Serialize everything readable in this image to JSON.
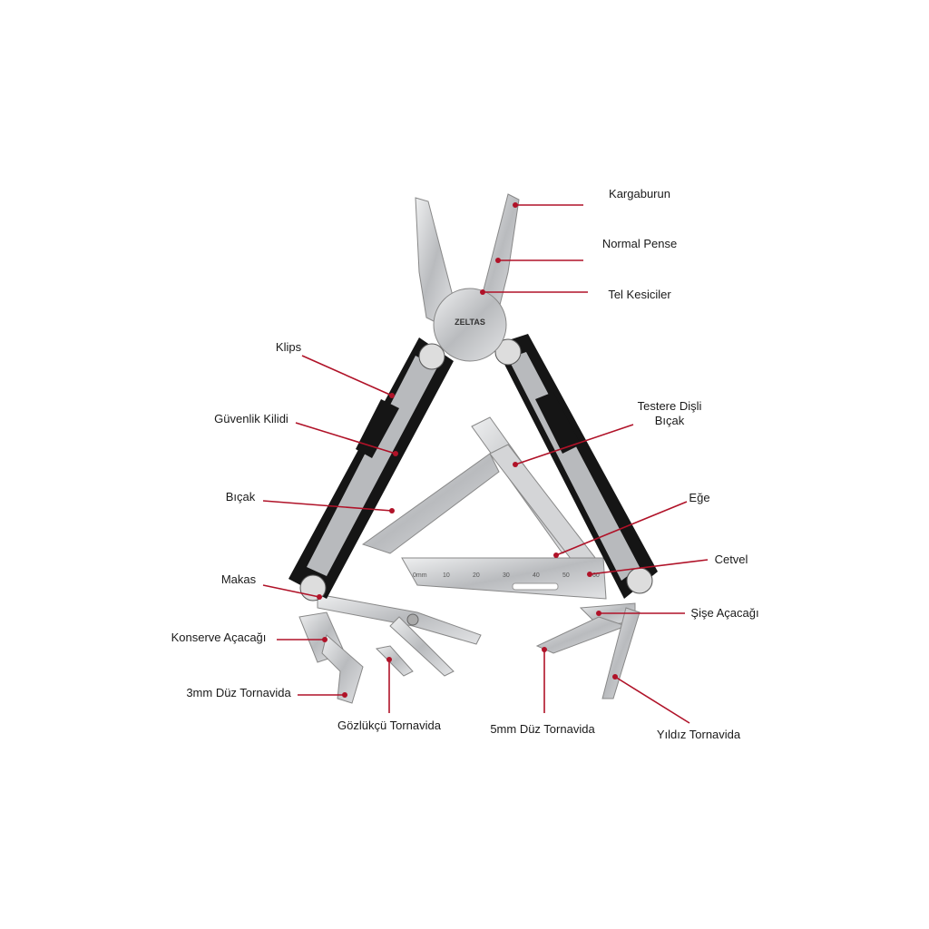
{
  "brand": "ZELTAS",
  "ruler_ticks": [
    "0mm",
    "10",
    "20",
    "30",
    "40",
    "50",
    "60"
  ],
  "labels": {
    "kargaburun": "Kargaburun",
    "normal_pense": "Normal Pense",
    "tel_kesiciler": "Tel Kesiciler",
    "klips": "Klips",
    "guvenlik_kilidi": "Güvenlik Kilidi",
    "bicak": "Bıçak",
    "makas": "Makas",
    "konserve_acacagi": "Konserve Açacağı",
    "tornavida_3mm": "3mm Düz Tornavida",
    "gozlukcu_tornavida": "Gözlükçü Tornavida",
    "tornavida_5mm": "5mm Düz Tornavida",
    "yildiz_tornavida": "Yıldız Tornavida",
    "sise_acacagi": "Şişe Açacağı",
    "cetvel": "Cetvel",
    "ege": "Eğe",
    "testere_line1": "Testere Dişli",
    "testere_line2": "Bıçak"
  },
  "colors": {
    "leader": "#b01228",
    "handle": "#151515",
    "steel": "#c9cacc"
  }
}
